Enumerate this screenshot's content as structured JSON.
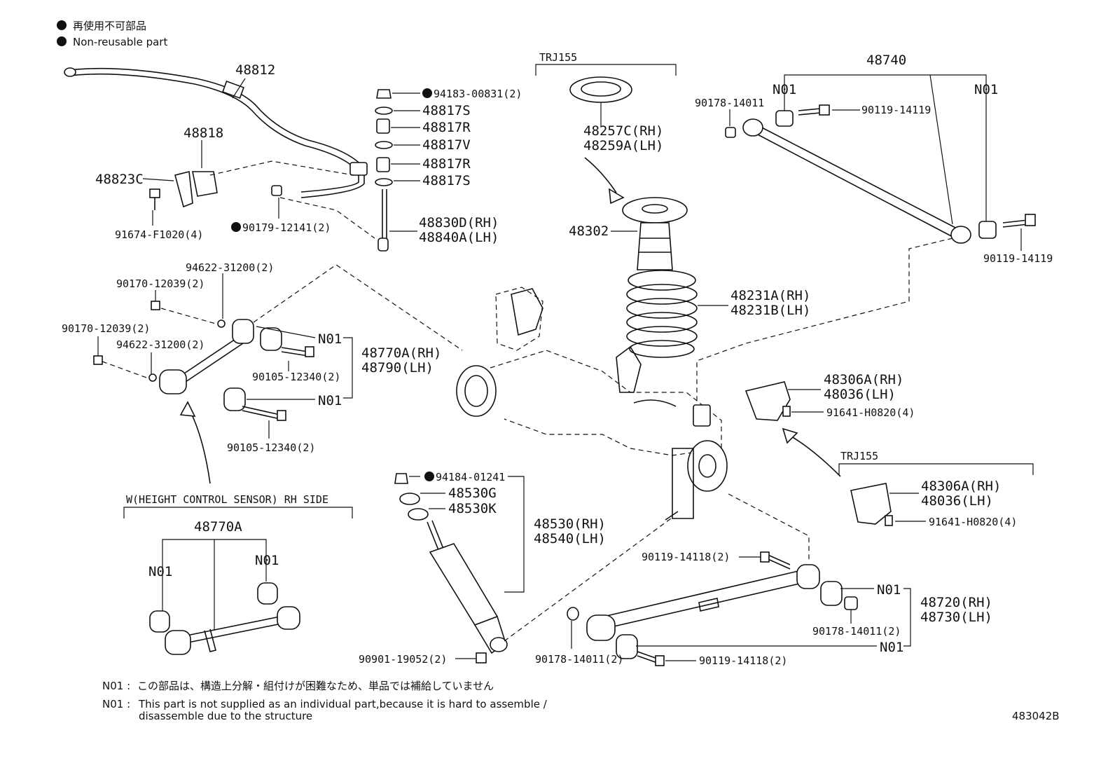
{
  "legend": {
    "line_jp": "再使用不可部品",
    "line_en": "Non-reusable part"
  },
  "groups": {
    "trj155_top": "TRJ155",
    "trj155_bottom": "TRJ155",
    "height_sensor": "W(HEIGHT CONTROL SENSOR) RH SIDE"
  },
  "labels": {
    "p48812": "48812",
    "p48818": "48818",
    "p48823C": "48823C",
    "p91674": "91674-F1020(4)",
    "p90179": "90179-12141(2)",
    "p94183": "94183-00831(2)",
    "p48817S_a": "48817S",
    "p48817R_a": "48817R",
    "p48817V": "48817V",
    "p48817R_b": "48817R",
    "p48817S_b": "48817S",
    "p48830D": "48830D(RH)",
    "p48840A": "48840A(LH)",
    "p48257C": "48257C(RH)",
    "p48259A": "48259A(LH)",
    "p48302": "48302",
    "p48231A": "48231A(RH)",
    "p48231B": "48231B(LH)",
    "p48740": "48740",
    "n01_740a": "N01",
    "n01_740b": "N01",
    "p90178_top": "90178-14011",
    "p90119_top": "90119-14119",
    "p90119_right": "90119-14119",
    "p94622_a": "94622-31200(2)",
    "p90170_a": "90170-12039(2)",
    "p90170_b": "90170-12039(2)",
    "p94622_b": "94622-31200(2)",
    "n01_770a": "N01",
    "p48770A": "48770A(RH)",
    "p48790": "48790(LH)",
    "p90105_a": "90105-12340(2)",
    "n01_770b": "N01",
    "p90105_b": "90105-12340(2)",
    "p48306A_a": "48306A(RH)",
    "p48036_a": "48036(LH)",
    "p91641_a": "91641-H0820(4)",
    "p48306A_b": "48306A(RH)",
    "p48036_b": "48036(LH)",
    "p91641_b": "91641-H0820(4)",
    "p94184": "94184-01241",
    "p48530G": "48530G",
    "p48530K": "48530K",
    "p48530": "48530(RH)",
    "p48540": "48540(LH)",
    "p90901": "90901-19052(2)",
    "p48770A_sensor": "48770A",
    "n01_sensor_a": "N01",
    "n01_sensor_b": "N01",
    "p90119_118a": "90119-14118(2)",
    "n01_720a": "N01",
    "p48720": "48720(RH)",
    "p48730": "48730(LH)",
    "p90178_b": "90178-14011(2)",
    "n01_720b": "N01",
    "p90178_c": "90178-14011(2)",
    "p90119_118b": "90119-14118(2)"
  },
  "notes": {
    "n01_jp_prefix": "N01 :",
    "n01_jp": "この部品は、構造上分解・組付けが困難なため、単品では補給していません",
    "n01_en_prefix": "N01 :",
    "n01_en_1": "This part is not supplied as an individual part,because it is hard to assemble /",
    "n01_en_2": "disassemble due to the structure"
  },
  "figure_id": "483042B"
}
